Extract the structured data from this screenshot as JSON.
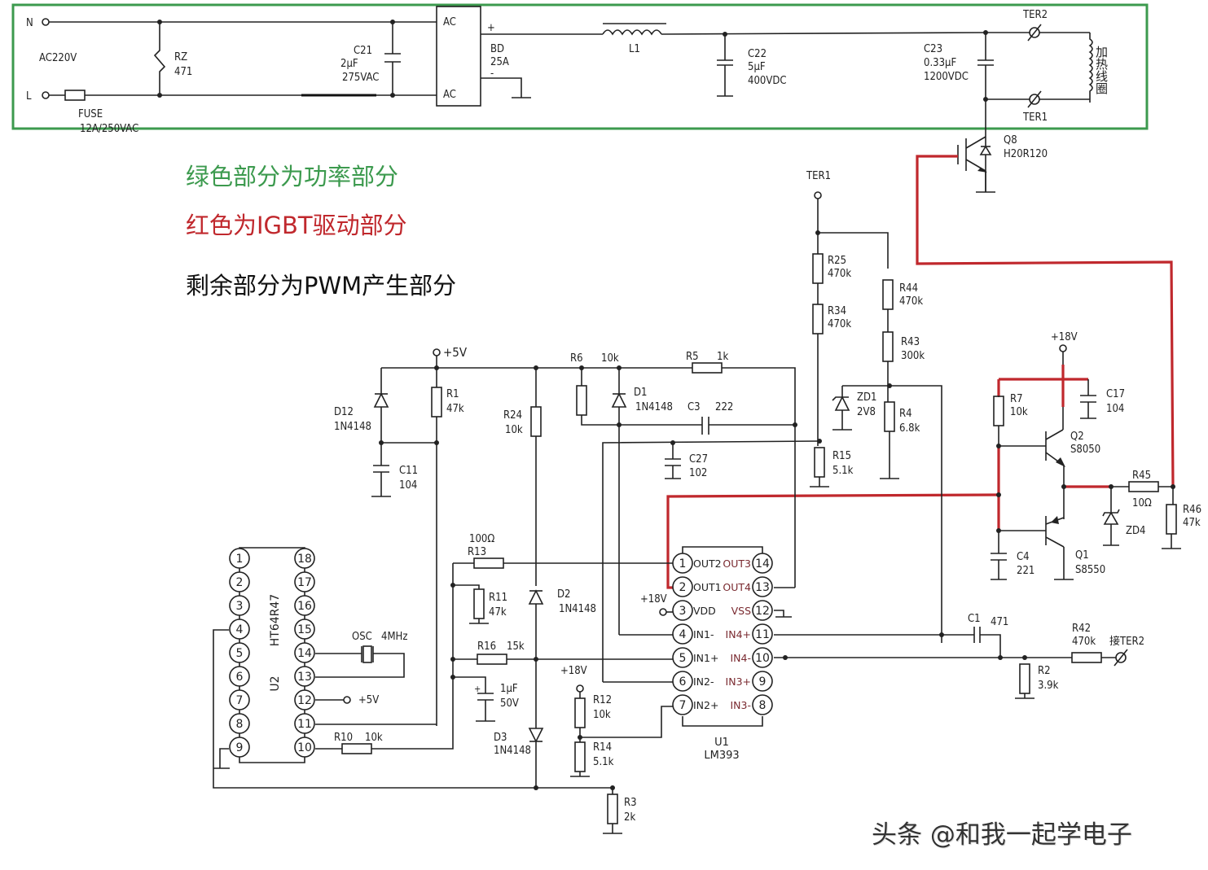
{
  "notes": {
    "power_section": "绿色部分为功率部分",
    "igbt_drive_section": "红色为IGBT驱动部分",
    "pwm_section": "剩余部分为PWM产生部分"
  },
  "colors": {
    "power": "#3c9a4e",
    "igbt_drive": "#c0282d",
    "pwm": "#111111"
  },
  "watermark": "头条 @和我一起学电子",
  "power": {
    "n_terminal": "N",
    "l_terminal": "L",
    "supply": "AC220V",
    "rz": {
      "ref": "RZ",
      "value": "471"
    },
    "fuse": {
      "ref": "FUSE",
      "value": "12A/250VAC"
    },
    "c21": {
      "ref": "C21",
      "value": "2μF",
      "rating": "275VAC"
    },
    "bridge": {
      "ac1": "AC",
      "ac2": "AC",
      "plus": "+",
      "minus": "-",
      "ref": "BD",
      "value": "25A"
    },
    "l1": {
      "ref": "L1"
    },
    "c22": {
      "ref": "C22",
      "value": "5μF",
      "rating": "400VDC"
    },
    "c23": {
      "ref": "C23",
      "value": "0.33μF",
      "rating": "1200VDC"
    },
    "ter2": "TER2",
    "ter1": "TER1",
    "coil": "加热线圈"
  },
  "igbt": {
    "ref": "Q8",
    "value": "H20R120"
  },
  "sense": {
    "ter1": "TER1",
    "r25": {
      "ref": "R25",
      "value": "470k"
    },
    "r34": {
      "ref": "R34",
      "value": "470k"
    },
    "r44": {
      "ref": "R44",
      "value": "470k"
    },
    "r43": {
      "ref": "R43",
      "value": "300k"
    },
    "zd1": {
      "ref": "ZD1",
      "value": "2V8"
    },
    "r4": {
      "ref": "R4",
      "value": "6.8k"
    },
    "r15": {
      "ref": "R15",
      "value": "5.1k"
    }
  },
  "driver": {
    "vcc": "+18V",
    "r7": {
      "ref": "R7",
      "value": "10k"
    },
    "c17": {
      "ref": "C17",
      "value": "104"
    },
    "q2": {
      "ref": "Q2",
      "value": "S8050"
    },
    "q1": {
      "ref": "Q1",
      "value": "S8550"
    },
    "c4": {
      "ref": "C4",
      "value": "221"
    },
    "r45": {
      "ref": "R45",
      "value": "10Ω"
    },
    "zd4": {
      "ref": "ZD4"
    },
    "r46": {
      "ref": "R46",
      "value": "47k"
    }
  },
  "pwm": {
    "vcc5": "+5V",
    "d12": {
      "ref": "D12",
      "value": "1N4148"
    },
    "c11": {
      "ref": "C11",
      "value": "104"
    },
    "r1": {
      "ref": "R1",
      "value": "47k"
    },
    "r24": {
      "ref": "R24",
      "value": "10k"
    },
    "r6": {
      "ref": "R6",
      "value": "10k"
    },
    "d1": {
      "ref": "D1",
      "value": "1N4148"
    },
    "r5": {
      "ref": "R5",
      "value": "1k"
    },
    "c3": {
      "ref": "C3",
      "value": "222"
    },
    "c27": {
      "ref": "C27",
      "value": "102"
    },
    "r13": {
      "ref": "R13",
      "value": "100Ω"
    },
    "r11": {
      "ref": "R11",
      "value": "47k"
    },
    "d2": {
      "ref": "D2",
      "value": "1N4148"
    },
    "r16": {
      "ref": "R16",
      "value": "15k"
    },
    "c_1u": {
      "value": "1μF",
      "rating": "50V"
    },
    "d3": {
      "ref": "D3",
      "value": "1N4148"
    },
    "vcc18a": "+18V",
    "vcc18b": "+18V",
    "r12": {
      "ref": "R12",
      "value": "10k"
    },
    "r14": {
      "ref": "R14",
      "value": "5.1k"
    },
    "r3": {
      "ref": "R3",
      "value": "2k"
    },
    "r10": {
      "ref": "R10",
      "value": "10k"
    },
    "osc": {
      "ref": "OSC",
      "value": "4MHz"
    },
    "u2_pin12_supply": "+5V",
    "c1": {
      "ref": "C1",
      "value": "471"
    },
    "r42": {
      "ref": "R42",
      "value": "470k"
    },
    "ter2_link": "接TER2",
    "r2": {
      "ref": "R2",
      "value": "3.9k"
    }
  },
  "u2": {
    "ref": "U2",
    "part": "HT64R47",
    "left_pins": [
      "1",
      "2",
      "3",
      "4",
      "5",
      "6",
      "7",
      "8",
      "9"
    ],
    "right_pins": [
      "18",
      "17",
      "16",
      "15",
      "14",
      "13",
      "12",
      "11",
      "10"
    ]
  },
  "u1": {
    "ref": "U1",
    "part": "LM393",
    "left_pins": [
      "1",
      "2",
      "3",
      "4",
      "5",
      "6",
      "7"
    ],
    "right_pins": [
      "14",
      "13",
      "12",
      "11",
      "10",
      "9",
      "8"
    ],
    "left_names": [
      "OUT2",
      "OUT1",
      "VDD",
      "IN1-",
      "IN1+",
      "IN2-",
      "IN2+"
    ],
    "right_names": [
      "OUT3",
      "OUT4",
      "VSS",
      "IN4+",
      "IN4-",
      "IN3+",
      "IN3-"
    ]
  }
}
